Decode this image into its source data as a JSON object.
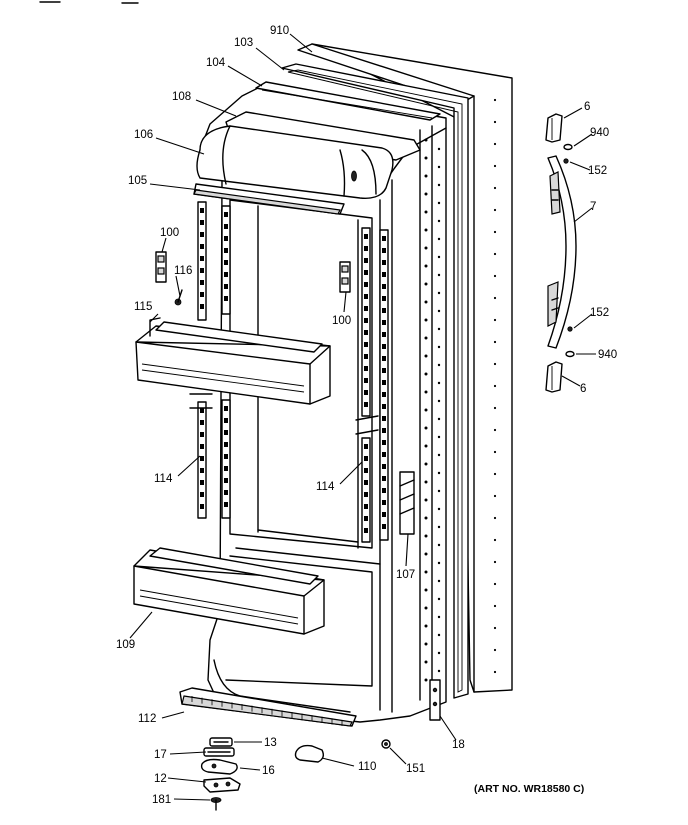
{
  "diagram": {
    "art_number": "(ART NO. WR18580 C)",
    "callouts": {
      "c910": "910",
      "c103": "103",
      "c104": "104",
      "c108": "108",
      "c106": "106",
      "c105": "105",
      "c100a": "100",
      "c116": "116",
      "c115": "115",
      "c100b": "100",
      "c114a": "114",
      "c114b": "114",
      "c107": "107",
      "c109": "109",
      "c112": "112",
      "c13": "13",
      "c17": "17",
      "c16": "16",
      "c12": "12",
      "c181": "181",
      "c110": "110",
      "c151": "151",
      "c18": "18",
      "c6a": "6",
      "c940a": "940",
      "c152a": "152",
      "c7": "7",
      "c152b": "152",
      "c940b": "940",
      "c6b": "6"
    }
  }
}
